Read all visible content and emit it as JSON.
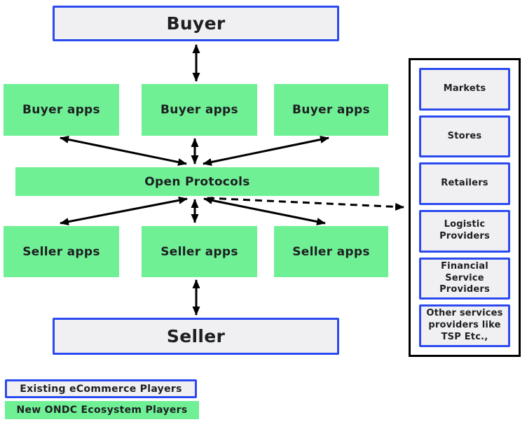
{
  "diagram": {
    "title_semantic": "ONDC network architecture diagram",
    "buyer_label": "Buyer",
    "seller_label": "Seller",
    "buyer_apps": [
      "Buyer apps",
      "Buyer apps",
      "Buyer apps"
    ],
    "open_protocols_label": "Open Protocols",
    "seller_apps": [
      "Seller apps",
      "Seller apps",
      "Seller apps"
    ],
    "ecosystem_panel": {
      "items": [
        "Markets",
        "Stores",
        "Retailers",
        "Logistic Providers",
        "Financial Service Providers",
        "Other services providers like TSP Etc.,"
      ]
    },
    "legend": [
      {
        "label": "Existing eCommerce Players",
        "style": "gray-blue-border"
      },
      {
        "label": "New ONDC Ecosystem Players",
        "style": "green-fill"
      }
    ],
    "colors": {
      "existing_fill": "#f0f0f2",
      "existing_border_blue": "#2b4af0",
      "new_ecosystem_green": "#70f095",
      "panel_border": "#000000",
      "arrow": "#000000",
      "text": "#1d1f21"
    }
  }
}
